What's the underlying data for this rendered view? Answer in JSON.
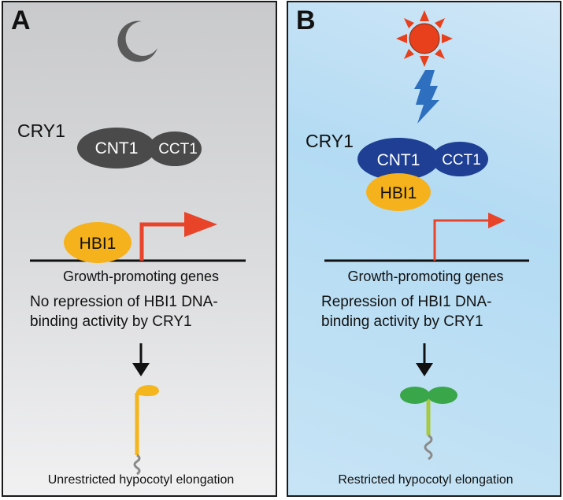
{
  "panel_a": {
    "letter": "A",
    "cry1_label": "CRY1",
    "cnt1_label": "CNT1",
    "cct1_label": "CCT1",
    "hbi1_label": "HBI1",
    "genes_label": "Growth-promoting genes",
    "description_line1": "No repression of HBI1 DNA-",
    "description_line2": "binding activity by CRY1",
    "outcome": "Unrestricted hypocotyl elongation"
  },
  "panel_b": {
    "letter": "B",
    "cry1_label": "CRY1",
    "cnt1_label": "CNT1",
    "cct1_label": "CCT1",
    "hbi1_label": "HBI1",
    "genes_label": "Growth-promoting genes",
    "description_line1": "Repression of HBI1 DNA-",
    "description_line2": "binding activity by CRY1",
    "outcome": "Restricted hypocotyl elongation"
  },
  "colors": {
    "dark_protein": "#4a4a4a",
    "blue_protein": "#1e3f93",
    "hbi1_yellow": "#f6b21c",
    "arrow_red": "#e8442a",
    "sun": "#e8401c",
    "lightning": "#2f6fbf",
    "seedling_green": "#3aa64a",
    "stem_yellow": "#f4b61c"
  }
}
